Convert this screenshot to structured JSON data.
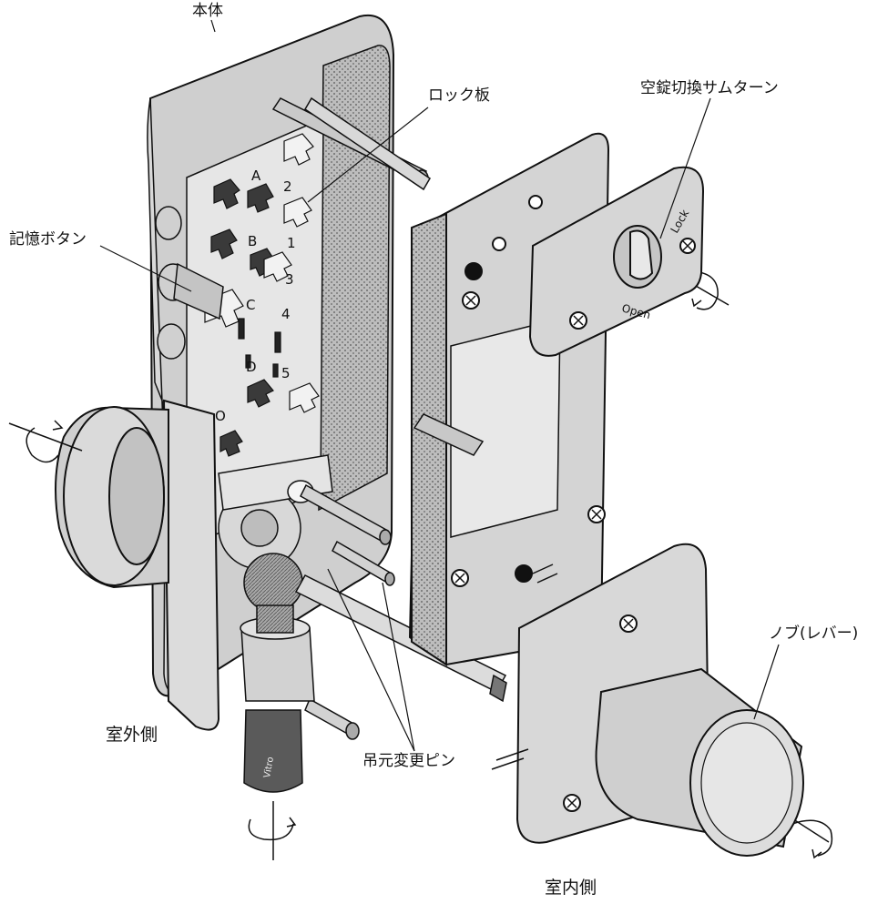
{
  "labels": {
    "body": "本体",
    "lock_plate": "ロック板",
    "thumb_turn": "空錠切換サムターン",
    "memory_button": "記憶ボタン",
    "knob_lever": "ノブ(レバー)",
    "outside": "室外側",
    "hanger_pin": "吊元変更ピン",
    "inside": "室内側"
  },
  "plate_letters": [
    "A",
    "B",
    "C",
    "D",
    "O"
  ],
  "plate_numbers": [
    "1",
    "2",
    "3",
    "4",
    "5"
  ],
  "thumb_turn_marks": {
    "lock": "Lock",
    "open": "Open"
  },
  "key_brand": "Vitro"
}
